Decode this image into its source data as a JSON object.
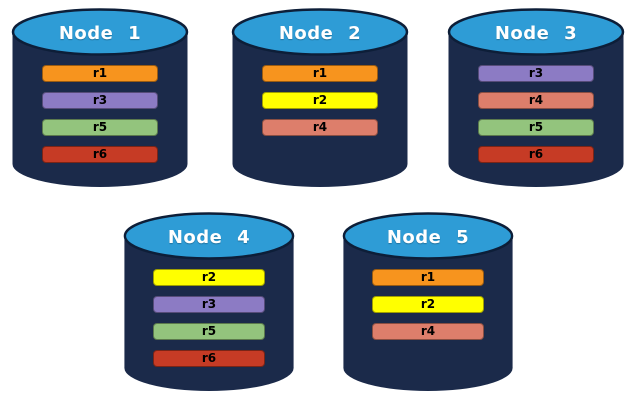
{
  "palette": {
    "background": "#FFFFFF",
    "cylinder_body": "#1B2A4A",
    "cylinder_top": "#2E9CD6",
    "cylinder_top_edge": "#0D1E38",
    "title_text": "#FFFFFF",
    "record_text": "#000000"
  },
  "record_colors": {
    "r1": "#F7941E",
    "r2": "#FFFF00",
    "r3": "#8C7BC4",
    "r4": "#DD7E6B",
    "r5": "#93C47D",
    "r6": "#C63B25"
  },
  "nodes": [
    {
      "title": "Node 1",
      "records": [
        {
          "label": "r1",
          "color": "#F7941E"
        },
        {
          "label": "r3",
          "color": "#8C7BC4"
        },
        {
          "label": "r5",
          "color": "#93C47D"
        },
        {
          "label": "r6",
          "color": "#C63B25"
        }
      ]
    },
    {
      "title": "Node 2",
      "records": [
        {
          "label": "r1",
          "color": "#F7941E"
        },
        {
          "label": "r2",
          "color": "#FFFF00"
        },
        {
          "label": "r4",
          "color": "#DD7E6B"
        }
      ]
    },
    {
      "title": "Node 3",
      "records": [
        {
          "label": "r3",
          "color": "#8C7BC4"
        },
        {
          "label": "r4",
          "color": "#DD7E6B"
        },
        {
          "label": "r5",
          "color": "#93C47D"
        },
        {
          "label": "r6",
          "color": "#C63B25"
        }
      ]
    },
    {
      "title": "Node 4",
      "records": [
        {
          "label": "r2",
          "color": "#FFFF00"
        },
        {
          "label": "r3",
          "color": "#8C7BC4"
        },
        {
          "label": "r5",
          "color": "#93C47D"
        },
        {
          "label": "r6",
          "color": "#C63B25"
        }
      ]
    },
    {
      "title": "Node 5",
      "records": [
        {
          "label": "r1",
          "color": "#F7941E"
        },
        {
          "label": "r2",
          "color": "#FFFF00"
        },
        {
          "label": "r4",
          "color": "#DD7E6B"
        }
      ]
    }
  ]
}
